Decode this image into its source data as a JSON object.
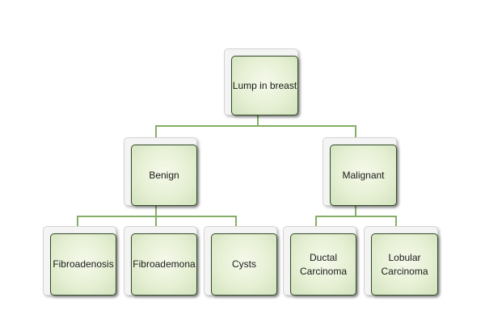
{
  "diagram": {
    "root": {
      "label": "Lump in breast"
    },
    "level1": [
      {
        "label": "Benign"
      },
      {
        "label": "Malignant"
      }
    ],
    "level2": [
      {
        "label": "Fibroadenosis"
      },
      {
        "label": "Fibroademona"
      },
      {
        "label": "Cysts"
      },
      {
        "label": "Ductal\nCarcinoma"
      },
      {
        "label": "Lobular\nCarcinoma"
      }
    ]
  },
  "colors": {
    "connector": "#84ae66",
    "box_border": "#2f4a26",
    "box_fill": "#e6f0d4"
  }
}
